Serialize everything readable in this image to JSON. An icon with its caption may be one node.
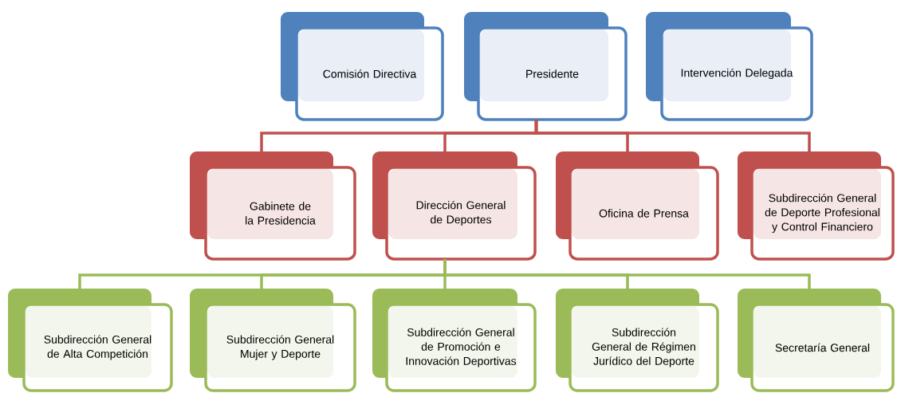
{
  "diagram": {
    "nodes": [
      {
        "text": [
          "Comisión Directiva"
        ]
      },
      {
        "text": [
          "Presidente"
        ]
      },
      {
        "text": [
          "Intervención Delegada"
        ]
      },
      {
        "text": [
          "Gabinete de la Presidencia"
        ]
      },
      {
        "text": [
          "Dirección General de Deportes"
        ]
      },
      {
        "text": [
          "Oficina de Prensa"
        ]
      },
      {
        "text": [
          "Subdirección General de Deporte Profesional y Control Financiero"
        ]
      },
      {
        "text": [
          "Subdirección General de Alta Competición"
        ]
      },
      {
        "text": [
          "Subdirección General Mujer y Deporte"
        ]
      },
      {
        "text": [
          "Subdirección General de Promoción e Innovación Deportivas"
        ]
      },
      {
        "text": [
          "Subdirección General de Régimen Jurídico del Deporte"
        ]
      },
      {
        "text": [
          "Secretaría General"
        ]
      }
    ],
    "edges": [
      {
        "from": 1,
        "to": 3,
        "arrow": "none",
        "color": "#c0504d"
      },
      {
        "from": 1,
        "to": 4,
        "arrow": "none",
        "color": "#c0504d"
      },
      {
        "from": 1,
        "to": 5,
        "arrow": "none",
        "color": "#c0504d"
      },
      {
        "from": 1,
        "to": 6,
        "arrow": "none",
        "color": "#c0504d"
      },
      {
        "from": 4,
        "to": 7,
        "arrow": "none"
      },
      {
        "from": 4,
        "to": 8,
        "arrow": "none"
      },
      {
        "from": 4,
        "to": 9,
        "arrow": "none"
      },
      {
        "from": 4,
        "to": 10,
        "arrow": "none"
      },
      {
        "from": 4,
        "to": 11,
        "arrow": "none"
      }
    ]
  }
}
